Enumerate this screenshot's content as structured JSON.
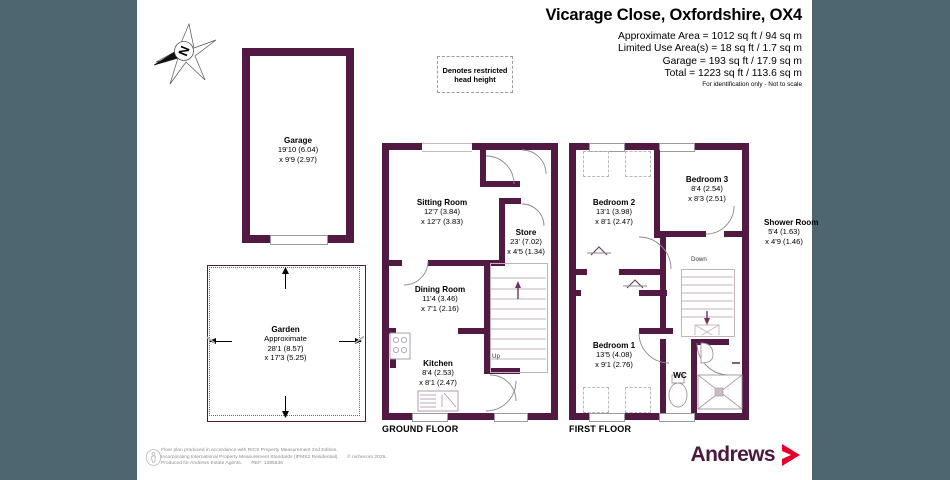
{
  "header": {
    "title": "Vicarage Close, Oxfordshire, OX4",
    "area_lines": [
      "Approximate Area = 1012 sq ft / 94 sq m",
      "Limited Use Area(s) = 18 sq ft / 1.7 sq m",
      "Garage = 193 sq ft / 17.9 sq m",
      "Total = 1223 sq ft / 113.6 sq m"
    ],
    "disclaimer": "For identification only - Not to scale"
  },
  "compass": {
    "label": "N"
  },
  "key": {
    "text": "Denotes restricted head height"
  },
  "garage": {
    "name": "Garage",
    "dim1": "19'10 (6.04)",
    "dim2": "x 9'9 (2.97)"
  },
  "garden": {
    "name": "Garden",
    "approx": "Approximate",
    "dim1": "28'1 (8.57)",
    "dim2": "x 17'3 (5.25)"
  },
  "ground_floor": {
    "name": "GROUND FLOOR",
    "rooms": [
      {
        "name": "Sitting Room",
        "dim1": "12'7 (3.84)",
        "dim2": "x 12'7 (3.83)"
      },
      {
        "name": "Store",
        "dim1": "23' (7.02)",
        "dim2": "x 4'5 (1.34)"
      },
      {
        "name": "Dining Room",
        "dim1": "11'4 (3.46)",
        "dim2": "x 7'1 (2.16)"
      },
      {
        "name": "Kitchen",
        "dim1": "8'4 (2.53)",
        "dim2": "x 8'1 (2.47)"
      }
    ],
    "stair_label": "Up"
  },
  "first_floor": {
    "name": "FIRST FLOOR",
    "rooms": [
      {
        "name": "Bedroom 3",
        "dim1": "8'4 (2.54)",
        "dim2": "x 8'3 (2.51)"
      },
      {
        "name": "Bedroom 2",
        "dim1": "13'1 (3.98)",
        "dim2": "x 8'1 (2.47)"
      },
      {
        "name": "Bedroom 1",
        "dim1": "13'5 (4.08)",
        "dim2": "x 9'1 (2.76)"
      },
      {
        "name": "Shower Room",
        "dim1": "5'4 (1.63)",
        "dim2": "x 4'9 (1.46)"
      }
    ],
    "wc_label": "WC",
    "stair_label": "Down"
  },
  "footer": {
    "line1": "Floor plan produced in accordance with RICS Property Measurement 2nd Edition,",
    "line2": "Incorporating International Property Measurement Standards (IPMS2 Residential).",
    "copyright": "© nichecom 2025.",
    "line3": "Produced for Andrews Estate Agents.",
    "ref": "REF: 1385536"
  },
  "logo": {
    "text": "Andrews"
  },
  "colors": {
    "wall": "#521a42",
    "page_background": "#4d6670",
    "logo_text": "#4a1942",
    "logo_chevron": "#e4002b"
  }
}
